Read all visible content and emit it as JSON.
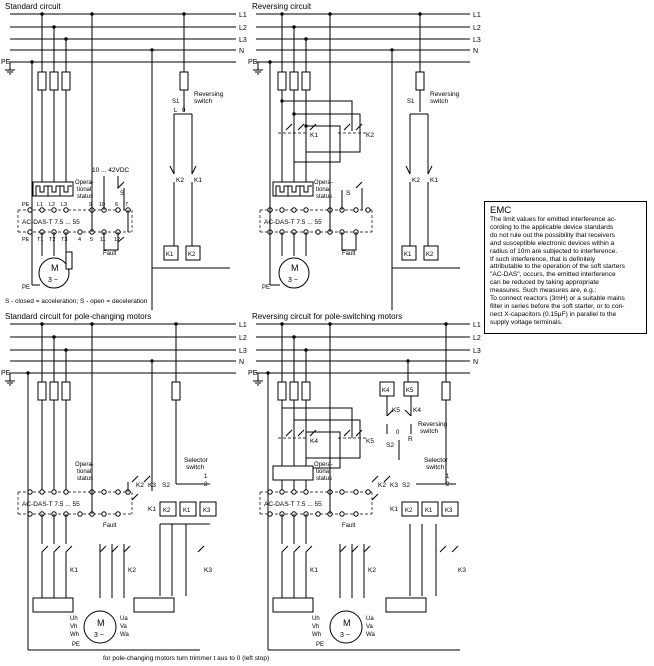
{
  "labels": {
    "L1": "L1",
    "L2": "L2",
    "L3": "L3",
    "N": "N",
    "PE": "PE",
    "reversing_switch_1": "Reversing",
    "reversing_switch_2": "switch",
    "S1": "S1",
    "K1": "K1",
    "K2": "K2",
    "K3": "K3",
    "K4": "K4",
    "K5": "K5",
    "S2": "S2",
    "S": "S",
    "R": "R",
    "L": "L",
    "zero": "0",
    "op_status_1": "Opera-",
    "op_status_2": "tional",
    "op_status_3": "status",
    "fault": "Fault",
    "supply": "10 ... 42VDC",
    "device": "AC-DAS-T 7.5 ... 55",
    "PE_t": "PE",
    "L1_t": "L1",
    "L2_t": "L2",
    "L3_t": "L3",
    "T1": "T1",
    "T2": "T2",
    "T3": "T3",
    "t9": "9",
    "t10": "10",
    "t6": "6",
    "t7": "7",
    "t1": "1",
    "t2": "2",
    "t4": "4",
    "t5": "5",
    "t11": "11",
    "t12": "12",
    "motor_M": "M",
    "motor_3": "3 ~",
    "motor_3b": "3 ~",
    "selector_1": "Selector",
    "selector_2": "switch",
    "sel_1": "1",
    "sel_2": "2",
    "Uh": "Uh",
    "Vh": "Vh",
    "Wh": "Wh",
    "Ua": "Ua",
    "Va": "Va",
    "Wa": "Wa"
  },
  "titles": {
    "standard": "Standard circuit",
    "reversing": "Reversing circuit",
    "pole_changing": "Standard circuit for pole-changing motors",
    "pole_switching": "Reversing circuit for pole-switching motors"
  },
  "notes": {
    "s_note": "S - closed = acceleration; S - open = deceleration",
    "pole_note": "for pole-changing motors turn trimmer t aus to 0 (left stop)"
  },
  "emc": {
    "title": "EMC",
    "lines": [
      "The limit values for emitted interference ac-",
      "cording to the applicable device standards",
      "do not rule out the possibility that receivers",
      "and susceptible electronic devices within a",
      "radius of 10m are subjected to interference.",
      "If such interference, that is definitely",
      "attributable to the operation of the soft starters",
      "\"AC-DAS\", occurs, the emitted interference",
      "can be reduced by taking appropriate",
      "measures. Such measures are, e.g.:",
      "To connect reactors (3mH) or a suitable mains",
      "filter in series before the soft starter, or to con-",
      "nect X-capacitors (0.15µF) in parallel to the",
      "supply voltage terminals."
    ]
  }
}
